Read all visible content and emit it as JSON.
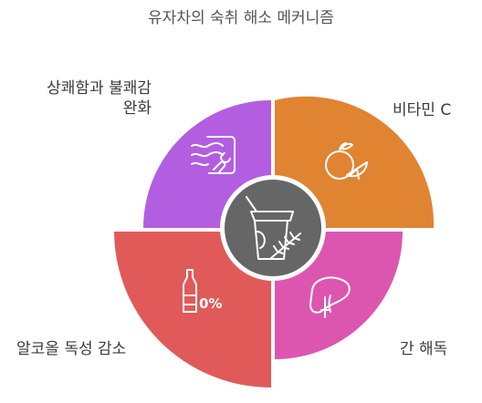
{
  "title": "유자차의 숙취 해소 메커니즘",
  "center": {
    "icon": "tea-cup-with-herb-icon"
  },
  "segments": [
    {
      "id": "top-left",
      "label_lines": [
        "상쾌함과 불쾌감",
        "완화"
      ],
      "color": "#b35ee0",
      "icon": "refresh-wind-hand-icon"
    },
    {
      "id": "top-right",
      "label_lines": [
        "비타민 C"
      ],
      "color": "#e08432",
      "icon": "citrus-fruit-icon"
    },
    {
      "id": "bottom-left",
      "label_lines": [
        "알코올 독성 감소"
      ],
      "color": "#e05a59",
      "icon": "bottle-zero-percent-icon",
      "icon_text": "0%"
    },
    {
      "id": "bottom-right",
      "label_lines": [
        "간 해독"
      ],
      "color": "#dc56b0",
      "icon": "liver-icon"
    }
  ]
}
